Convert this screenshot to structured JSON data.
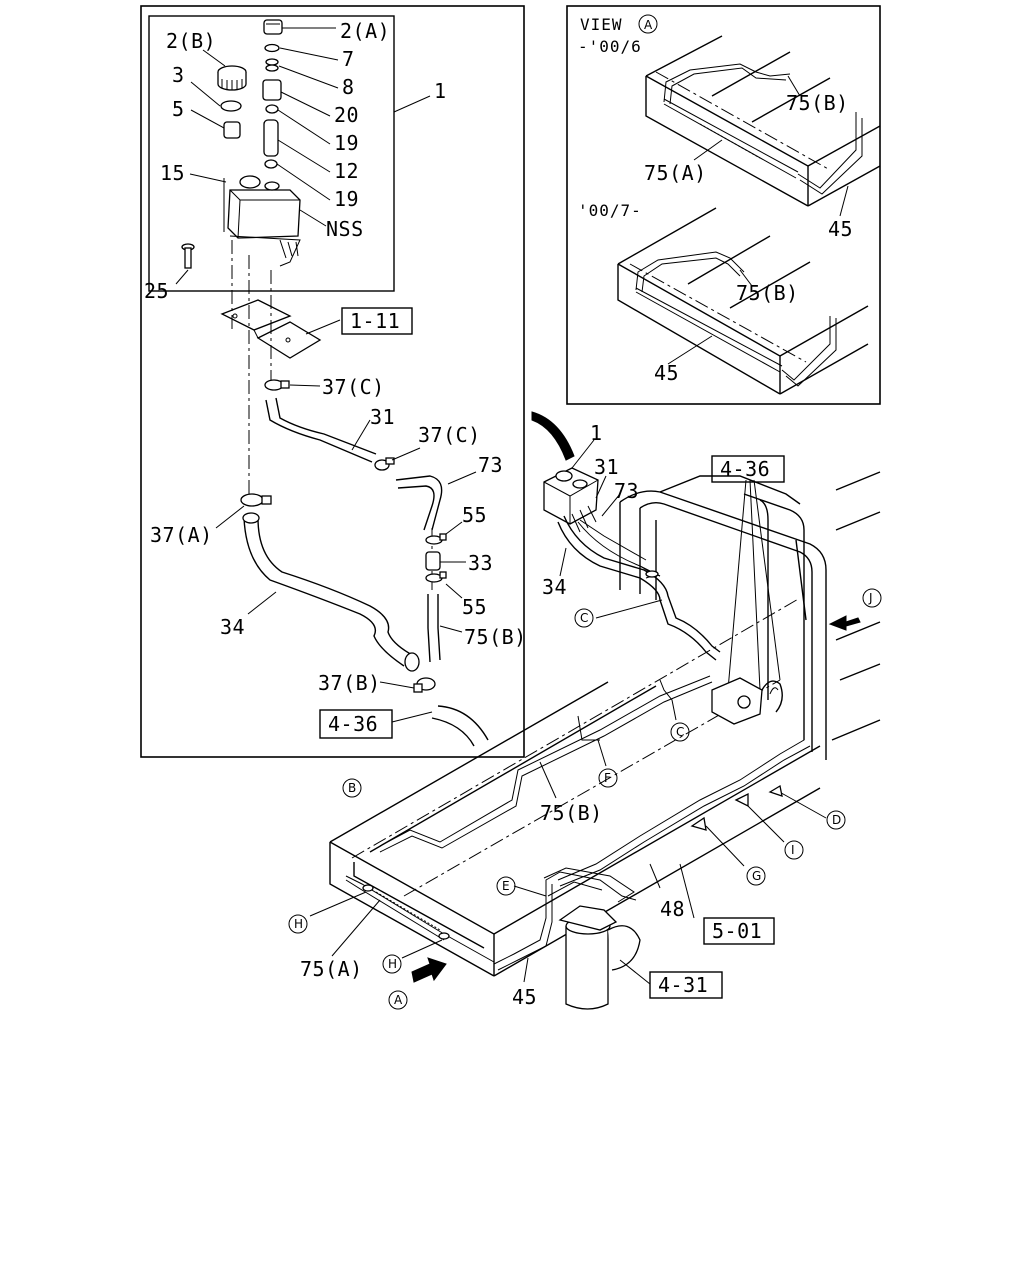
{
  "view_box": {
    "title": "VIEW",
    "title_letter": "A",
    "period_before": "-'00/6",
    "period_after": "'00/7-"
  },
  "callouts": {
    "c_2a": "2(A)",
    "c_2b": "2(B)",
    "c_3": "3",
    "c_5": "5",
    "c_7": "7",
    "c_8": "8",
    "c_20": "20",
    "c_19a": "19",
    "c_12": "12",
    "c_19b": "19",
    "c_15": "15",
    "c_nss": "NSS",
    "c_25": "25",
    "c_1a": "1",
    "c_37c1": "37(C)",
    "c_31a": "31",
    "c_37c2": "37(C)",
    "c_73a": "73",
    "c_55a": "55",
    "c_33": "33",
    "c_55b": "55",
    "c_37a": "37(A)",
    "c_34a": "34",
    "c_75b1": "75(B)",
    "c_37b": "37(B)",
    "c_75b_v1": "75(B)",
    "c_75a_v1": "75(A)",
    "c_45_v1": "45",
    "c_75b_v2": "75(B)",
    "c_45_v2": "45",
    "c_1b": "1",
    "c_31b": "31",
    "c_73b": "73",
    "c_34b": "34",
    "c_75b2": "75(B)",
    "c_48": "48",
    "c_75a2": "75(A)",
    "c_45b": "45"
  },
  "ref_boxes": {
    "r_1_11": "1-11",
    "r_4_36a": "4-36",
    "r_4_36b": "4-36",
    "r_5_01": "5-01",
    "r_4_31": "4-31"
  },
  "markers": {
    "m_A_view": "A",
    "m_C1": "C",
    "m_C2": "C",
    "m_B": "B",
    "m_F": "F",
    "m_J": "J",
    "m_D": "D",
    "m_I": "I",
    "m_G": "G",
    "m_E": "E",
    "m_H1": "H",
    "m_H2": "H",
    "m_A_main": "A"
  }
}
